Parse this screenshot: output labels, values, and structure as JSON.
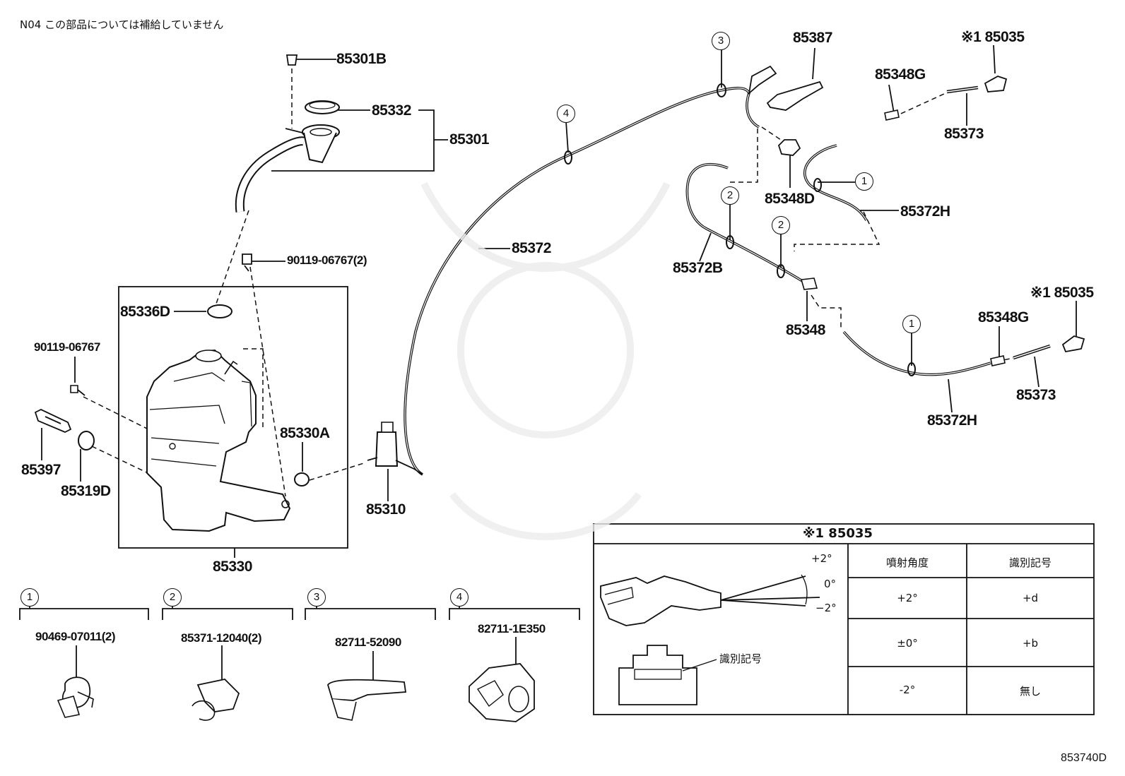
{
  "note": "N04 この部品については補給していません",
  "figure_id": "853740D",
  "parts": {
    "p85301B": "85301B",
    "p85332": "85332",
    "p85301": "85301",
    "p90119_2": "90119-06767(2)",
    "p85336D": "85336D",
    "p90119": "90119-06767",
    "p85397": "85397",
    "p85319D": "85319D",
    "p85330A": "85330A",
    "p85330": "85330",
    "p85310": "85310",
    "p85372": "85372",
    "p85387": "85387",
    "p85348D": "85348D",
    "p85372B": "85372B",
    "p85348": "85348",
    "p85348G_top": "85348G",
    "p85035_top": "※1 85035",
    "p85373_top": "85373",
    "p85372H_top": "85372H",
    "p85035_bot": "※1 85035",
    "p85348G_bot": "85348G",
    "p85373_bot": "85373",
    "p85372H_bot": "85372H"
  },
  "callouts": {
    "c1": "1",
    "c2": "2",
    "c3": "3",
    "c4": "4"
  },
  "clips": [
    {
      "num": "1",
      "part": "90469-07011(2)"
    },
    {
      "num": "2",
      "part": "85371-12040(2)"
    },
    {
      "num": "3",
      "part": "82711-52090"
    },
    {
      "num": "4",
      "part": "82711-1E350"
    }
  ],
  "nozzle_table": {
    "title": "※1 85035",
    "col_angle": "噴射角度",
    "col_mark": "識別記号",
    "rows": [
      {
        "angle": "+2°",
        "mark": "+d"
      },
      {
        "angle": "±0°",
        "mark": "+b"
      },
      {
        "angle": "-2°",
        "mark": "無し"
      }
    ],
    "diagram_angles": {
      "plus": "+2°",
      "zero": "0°",
      "minus": "−2°"
    },
    "mark_label": "識別記号"
  }
}
